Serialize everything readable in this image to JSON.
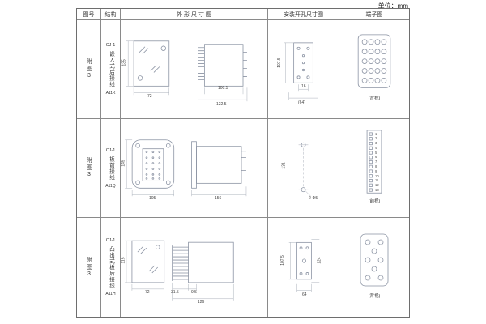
{
  "unit_label": "单位：mm",
  "headers": {
    "fig": "图号",
    "structure": "结构",
    "outline": "外 形 尺 寸 图",
    "mounting": "安装开孔尺寸图",
    "terminal": "端子图"
  },
  "rows": [
    {
      "fig": "附图3",
      "model": "CJ-1",
      "mounting_style": "嵌入式后接线",
      "code": "A11K",
      "dims": {
        "front_h": "135",
        "front_w": "72",
        "side_d1": "100.5",
        "side_d2": "122.5",
        "mount_h": "107.5",
        "mount_w1": "16",
        "mount_w2": "(64)"
      },
      "terminal_view": "(背视)"
    },
    {
      "fig": "附图3",
      "model": "CJ-1",
      "mounting_style": "板前接线",
      "code": "A11Q",
      "dims": {
        "front_h": "149",
        "front_w": "105",
        "side_d": "156",
        "mount_h": "131",
        "mount_holes": "2-Φ5"
      },
      "terminal_pins": "1\n2\n3\n4\n5\n6\n7\n8\n9\n10\n11\n12\n13",
      "terminal_view": "(前视)"
    },
    {
      "fig": "附图3",
      "model": "CJ-1",
      "mounting_style": "凸出式板后接线",
      "code": "A11H",
      "dims": {
        "front_h": "115",
        "front_w": "72",
        "pin_d": "31.5",
        "pin_l": "9.5",
        "side_d": "126",
        "mount_h1": "107.5",
        "mount_h2": "124",
        "mount_w": "64"
      },
      "terminal_view": "(背视)"
    }
  ]
}
